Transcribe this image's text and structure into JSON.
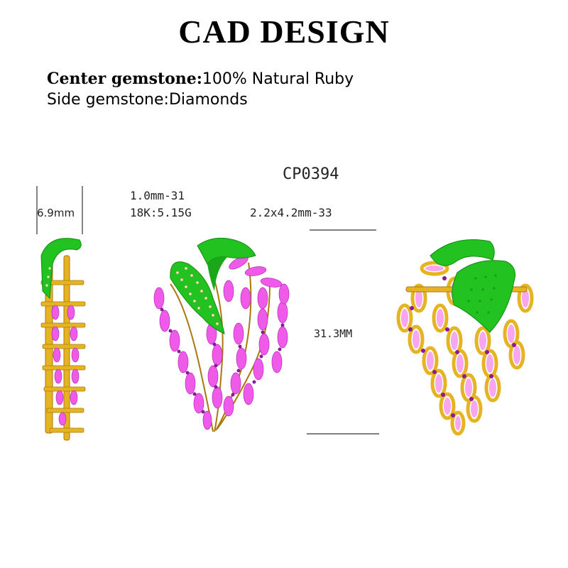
{
  "header": {
    "title": "CAD DESIGN"
  },
  "specs": {
    "center_label": "Center gemstone:",
    "center_value": "100% Natural Ruby",
    "side_line": "Side gemstone:Diamonds"
  },
  "design": {
    "code": "CP0394",
    "stone_small": "1.0mm-31",
    "metal_weight": "18K:5.15G",
    "stone_marquise": "2.2x4.2mm-33",
    "height": "31.3MM",
    "thickness": "6.9mm"
  },
  "colors": {
    "gold": "#e6b422",
    "gold_dark": "#a9780e",
    "leaf_green": "#22c321",
    "gem_pink": "#f05ae8",
    "prong_purple": "#8a1a9a"
  }
}
